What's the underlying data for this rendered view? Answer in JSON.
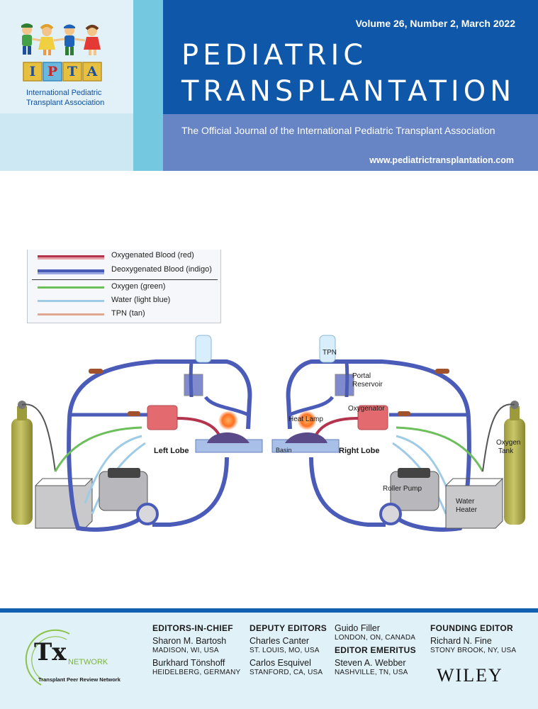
{
  "header": {
    "volume": "Volume 26, Number 2, March 2022",
    "title_line1": "PEDIATRIC",
    "title_line2": "TRANSPLANTATION",
    "subtitle": "The Official Journal of the International Pediatric Transplant Association",
    "website": "www.pediatrictransplantation.com",
    "logo_letters": [
      "I",
      "P",
      "T",
      "A"
    ],
    "association_line1": "International Pediatric",
    "association_line2": "Transplant Association"
  },
  "legend": [
    {
      "label": "Oxygenated Blood (red)",
      "color": "#b3344c"
    },
    {
      "label": "Deoxygenated Blood (indigo)",
      "color": "#4b5bb8"
    },
    {
      "label": "Oxygen (green)",
      "color": "#6cbf5a"
    },
    {
      "label": "Water (light blue)",
      "color": "#9fcbe6"
    },
    {
      "label": "TPN (tan)",
      "color": "#e0a890"
    }
  ],
  "diagram": {
    "left_labels": {
      "left_lobe": "Left Lobe"
    },
    "right_labels": {
      "tpn": "TPN",
      "portal_reservoir_line1": "Portal",
      "portal_reservoir_line2": "Reservoir",
      "oxygenator": "Oxygenator",
      "heat_lamp": "Heat Lamp",
      "basin": "Basin",
      "right_lobe": "Right Lobe",
      "oxygen_tank_line1": "Oxygen",
      "oxygen_tank_line2": "Tank",
      "roller_pump": "Roller Pump",
      "water_heater_line1": "Water",
      "water_heater_line2": "Heater"
    }
  },
  "footer": {
    "tx_logo": {
      "tx": "Tx",
      "network": "NETWORK",
      "tagline": "Transplant Peer Review Network"
    },
    "editors_in_chief": {
      "heading": "EDITORS-IN-CHIEF",
      "people": [
        {
          "name": "Sharon M. Bartosh",
          "location": "MADISON, WI, USA"
        },
        {
          "name": "Burkhard Tönshoff",
          "location": "HEIDELBERG, GERMANY"
        }
      ]
    },
    "deputy_editors": {
      "heading": "DEPUTY EDITORS",
      "people": [
        {
          "name": "Charles Canter",
          "location": "ST. LOUIS, MO, USA"
        },
        {
          "name": "Carlos Esquivel",
          "location": "STANFORD, CA, USA"
        }
      ]
    },
    "third_column": {
      "person": {
        "name": "Guido Filler",
        "location": "LONDON, ON, CANADA"
      },
      "emeritus_heading": "EDITOR EMERITUS",
      "emeritus": {
        "name": "Steven A. Webber",
        "location": "NASHVILLE, TN, USA"
      }
    },
    "founding_editor": {
      "heading": "FOUNDING EDITOR",
      "person": {
        "name": "Richard N. Fine",
        "location": "STONY BROOK, NY, USA"
      }
    },
    "publisher": "WILEY"
  }
}
